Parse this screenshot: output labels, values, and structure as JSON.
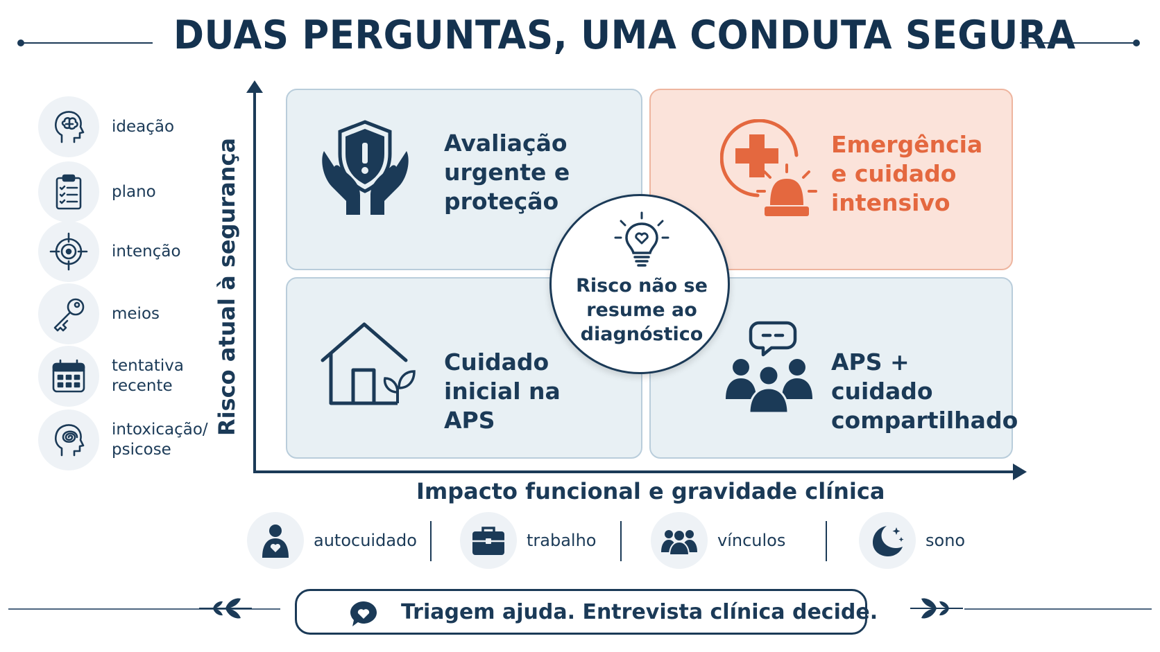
{
  "title": "DUAS PERGUNTAS, UMA CONDUTA SEGURA",
  "colors": {
    "navy": "#1b3a57",
    "quadrant_blue": "#e8f0f4",
    "quadrant_red": "#fbe3da",
    "accent_orange": "#e4683f"
  },
  "risk_factors": [
    {
      "label": "ideação",
      "icon": "brain-head-icon"
    },
    {
      "label": "plano",
      "icon": "clipboard-checklist-icon"
    },
    {
      "label": "intenção",
      "icon": "target-icon"
    },
    {
      "label": "meios",
      "icon": "key-icon"
    },
    {
      "label": "tentativa recente",
      "icon": "calendar-icon"
    },
    {
      "label": "intoxicação/ psicose",
      "icon": "tangled-mind-head-icon"
    }
  ],
  "axes": {
    "y_label": "Risco atual à segurança",
    "x_label": "Impacto funcional e gravidade clínica"
  },
  "quadrants": {
    "top_left": {
      "label": "Avaliação urgente e proteção",
      "icon": "shield-hands-icon"
    },
    "top_right": {
      "label": "Emergência e cuidado intensivo",
      "icon": "medical-cross-siren-icon"
    },
    "bottom_left": {
      "label": "Cuidado inicial na APS",
      "icon": "house-plant-icon"
    },
    "bottom_right": {
      "label": "APS + cuidado compartilhado",
      "icon": "group-chat-icon"
    }
  },
  "center_note": {
    "label": "Risco não se resume ao diagnóstico",
    "icon": "lightbulb-heart-icon"
  },
  "functional_domains": [
    {
      "label": "autocuidado",
      "icon": "person-heart-icon"
    },
    {
      "label": "trabalho",
      "icon": "briefcase-icon"
    },
    {
      "label": "vínculos",
      "icon": "people-group-icon"
    },
    {
      "label": "sono",
      "icon": "moon-stars-icon"
    }
  ],
  "footer": {
    "label": "Triagem ajuda. Entrevista clínica decide.",
    "icon": "heart-chat-icon"
  }
}
